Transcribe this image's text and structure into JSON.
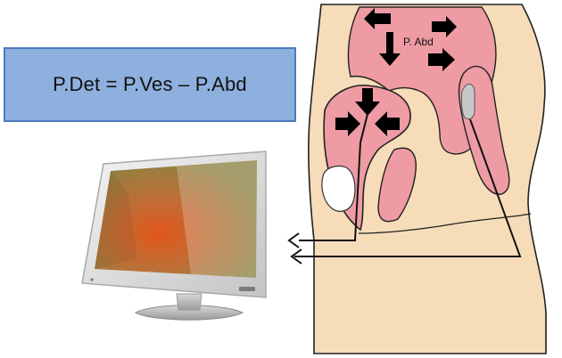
{
  "formula": {
    "text": "P.Det = P.Ves – P.Abd"
  },
  "anatomy": {
    "label": "P. Abd"
  },
  "colors": {
    "formula_fill": "#8eb0de",
    "formula_border": "#4d7bbd",
    "body_fill": "#f6dcb9",
    "organ_fill": "#ee9ba4",
    "organ_outline": "#222222",
    "arrow_fill": "#000000",
    "screen_glow": "#d9541d"
  },
  "icons": [
    "pressure-arrow-icon",
    "monitor-icon",
    "catheter-line",
    "return-arrow-icon"
  ]
}
